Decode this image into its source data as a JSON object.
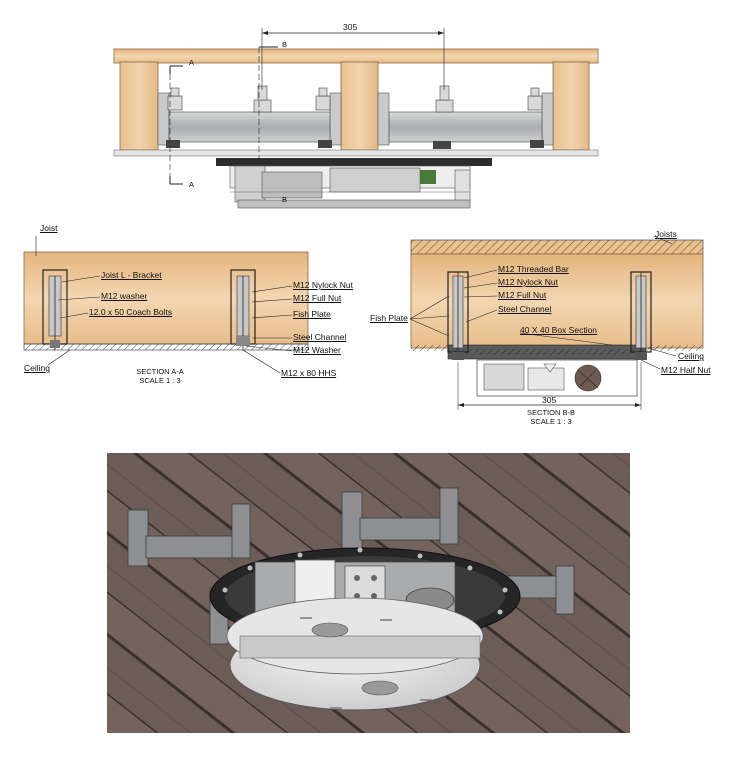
{
  "top_view": {
    "dimension": "305",
    "section_marks": [
      "A",
      "A",
      "B",
      "B"
    ]
  },
  "section_aa": {
    "labels": {
      "joist": "Joist",
      "l_bracket": "Joist L - Bracket",
      "washer": "M12 washer",
      "coach_bolts": "12.0 x 50 Coach Bolts",
      "nylock_nut": "M12 Nylock Nut",
      "full_nut": "M12 Full Nut",
      "fish_plate": "Fish Plate",
      "steel_channel": "Steel Channel",
      "m12_washer": "M12 Washer",
      "ceiling": "Ceiling",
      "hhs": "M12 x 80 HHS"
    },
    "caption_line1": "SECTION A-A",
    "caption_line2": "SCALE 1 : 3"
  },
  "section_bb": {
    "labels": {
      "joists": "Joists",
      "threaded_bar": "M12 Threaded Bar",
      "nylock_nut": "M12 Nylock Nut",
      "full_nut": "M12 Full Nut",
      "fish_plate": "Fish Plate",
      "steel_channel": "Steel Channel",
      "box_section": "40 X 40 Box Section",
      "ceiling": "Ceiling",
      "half_nut": "M12 Half Nut"
    },
    "dimension": "305",
    "caption_line1": "SECTION B-B",
    "caption_line2": "SCALE 1 : 3"
  },
  "colors": {
    "wood": "#ecc79b",
    "wood_dark": "#c9955f",
    "steel": "#b9bcbd",
    "render_bg": "#5f5351"
  }
}
